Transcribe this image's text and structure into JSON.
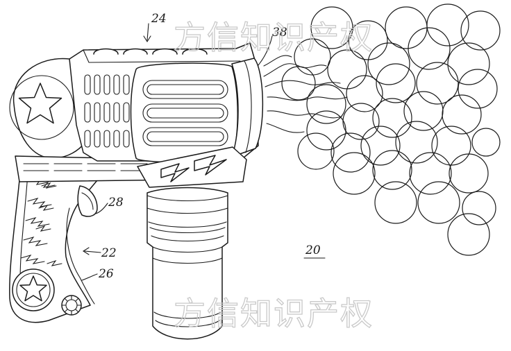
{
  "figure": {
    "reference_numerals": {
      "overall": "20",
      "launcher": "22",
      "top": "24",
      "handle": "26",
      "trigger": "28",
      "nozzle": "38"
    },
    "watermark_text": "方信知识产权",
    "colors": {
      "ink": "#1a1a1a",
      "watermark": "#c9c9c9",
      "background": "#ffffff"
    }
  }
}
